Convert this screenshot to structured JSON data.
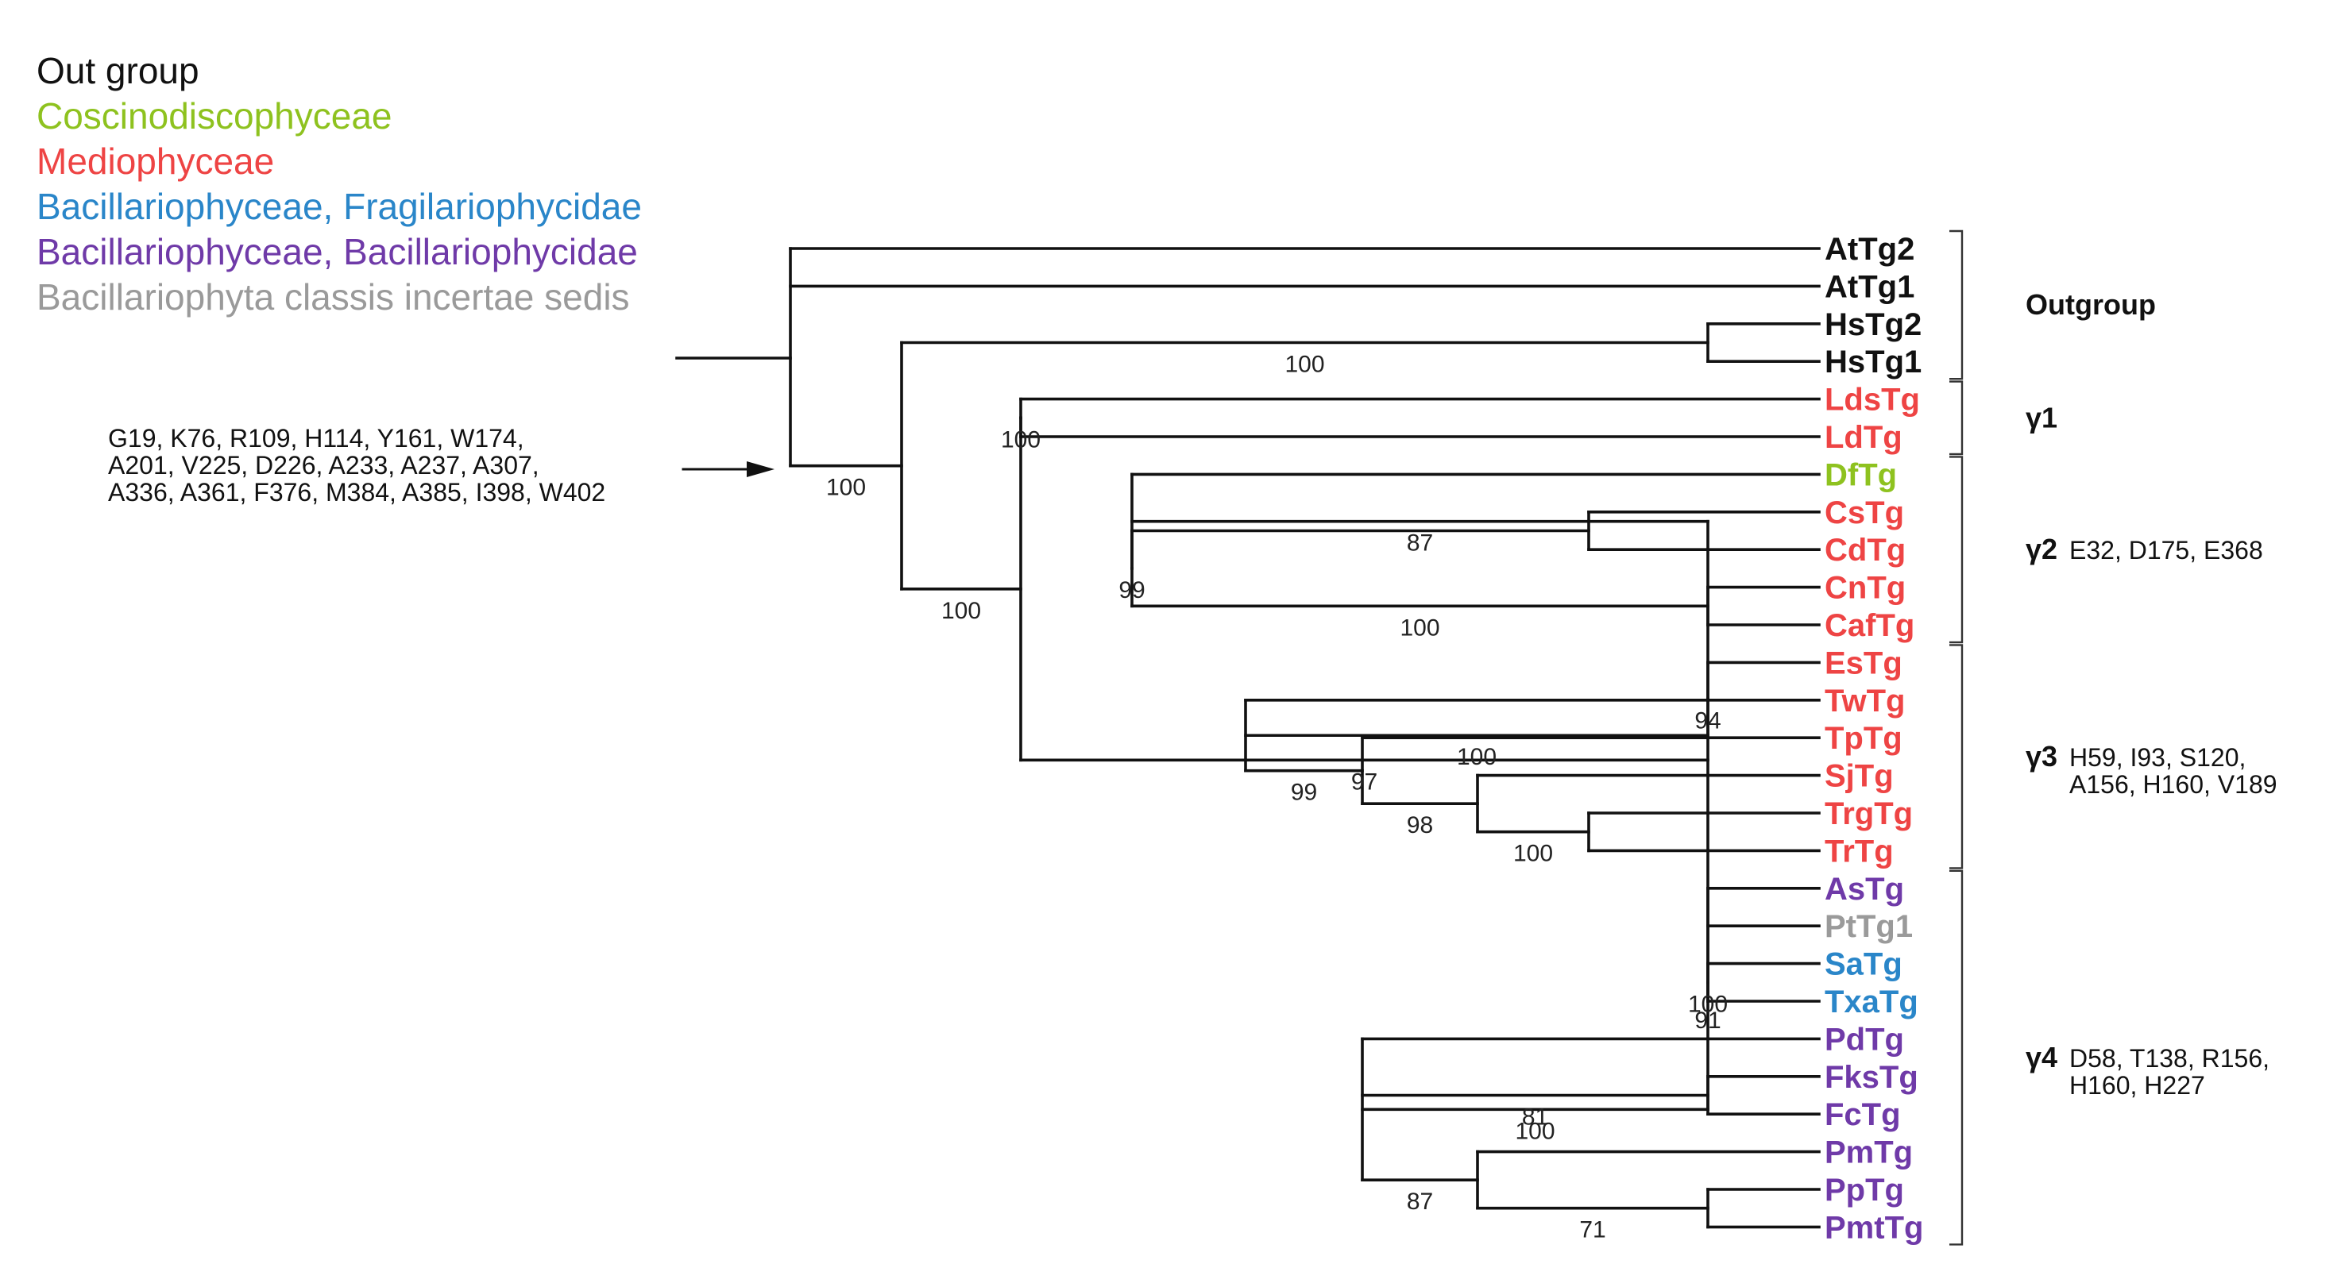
{
  "legend": [
    {
      "label": "Out group",
      "color": "#111111"
    },
    {
      "label": "Coscinodiscophyceae",
      "color": "#8ec21f"
    },
    {
      "label": "Mediophyceae",
      "color": "#ee4444"
    },
    {
      "label": "Bacillariophyceae, Fragilariophycidae",
      "color": "#2a86c9"
    },
    {
      "label": "Bacillariophyceae, Bacillariophycidae",
      "color": "#6f3aa8"
    },
    {
      "label": "Bacillariophyta classis incertae sedis",
      "color": "#9a9a9a"
    }
  ],
  "leaves": [
    {
      "label": "AtTg2",
      "color": "#111111"
    },
    {
      "label": "AtTg1",
      "color": "#111111"
    },
    {
      "label": "HsTg2",
      "color": "#111111"
    },
    {
      "label": "HsTg1",
      "color": "#111111"
    },
    {
      "label": "LdsTg",
      "color": "#ee4444"
    },
    {
      "label": "LdTg",
      "color": "#ee4444"
    },
    {
      "label": "DfTg",
      "color": "#8ec21f"
    },
    {
      "label": "CsTg",
      "color": "#ee4444"
    },
    {
      "label": "CdTg",
      "color": "#ee4444"
    },
    {
      "label": "CnTg",
      "color": "#ee4444"
    },
    {
      "label": "CafTg",
      "color": "#ee4444"
    },
    {
      "label": "EsTg",
      "color": "#ee4444"
    },
    {
      "label": "TwTg",
      "color": "#ee4444"
    },
    {
      "label": "TpTg",
      "color": "#ee4444"
    },
    {
      "label": "SjTg",
      "color": "#ee4444"
    },
    {
      "label": "TrgTg",
      "color": "#ee4444"
    },
    {
      "label": "TrTg",
      "color": "#ee4444"
    },
    {
      "label": "AsTg",
      "color": "#6f3aa8"
    },
    {
      "label": "PtTg1",
      "color": "#9a9a9a"
    },
    {
      "label": "SaTg",
      "color": "#2a86c9"
    },
    {
      "label": "TxaTg",
      "color": "#2a86c9"
    },
    {
      "label": "PdTg",
      "color": "#6f3aa8"
    },
    {
      "label": "FksTg",
      "color": "#6f3aa8"
    },
    {
      "label": "FcTg",
      "color": "#6f3aa8"
    },
    {
      "label": "PmTg",
      "color": "#6f3aa8"
    },
    {
      "label": "PpTg",
      "color": "#6f3aa8"
    },
    {
      "label": "PmtTg",
      "color": "#6f3aa8"
    }
  ],
  "tree": {
    "children": [
      {
        "leaf": 0
      },
      {
        "leaf": 1
      },
      {
        "bootstrap": "100",
        "children": [
          {
            "bootstrap": "100",
            "children": [
              {
                "leaf": 2
              },
              {
                "leaf": 3
              }
            ]
          },
          {
            "bootstrap": "100",
            "children": [
              {
                "bootstrap": "100",
                "children": [
                  {
                    "leaf": 4
                  },
                  {
                    "leaf": 5
                  }
                ]
              },
              {
                "bootstrap": "97",
                "children": [
                  {
                    "bootstrap": "87",
                    "children": [
                      {
                        "leaf": 6
                      },
                      {
                        "bootstrap": "99",
                        "children": [
                          {
                            "children": [
                              {
                                "leaf": 7
                              },
                              {
                                "leaf": 8
                              }
                            ]
                          },
                          {
                            "bootstrap": "100",
                            "children": [
                              {
                                "leaf": 9
                              },
                              {
                                "leaf": 10
                              }
                            ]
                          }
                        ]
                      }
                    ]
                  },
                  {
                    "bootstrap": "94",
                    "children": [
                      {
                        "leaf": 11
                      },
                      {
                        "bootstrap": "100",
                        "children": [
                          {
                            "leaf": 12
                          },
                          {
                            "bootstrap": "99",
                            "children": [
                              {
                                "leaf": 13
                              },
                              {
                                "bootstrap": "98",
                                "children": [
                                  {
                                    "leaf": 14
                                  },
                                  {
                                    "bootstrap": "100",
                                    "children": [
                                      {
                                        "leaf": 15
                                      },
                                      {
                                        "leaf": 16
                                      }
                                    ]
                                  }
                                ]
                              }
                            ]
                          }
                        ]
                      }
                    ]
                  },
                  {
                    "bootstrap": "91",
                    "children": [
                      {
                        "leaf": 17
                      },
                      {
                        "leaf": 18
                      },
                      {
                        "bootstrap": "100",
                        "children": [
                          {
                            "leaf": 19
                          },
                          {
                            "leaf": 20
                          }
                        ]
                      },
                      {
                        "bootstrap": "100",
                        "children": [
                          {
                            "leaf": 21
                          },
                          {
                            "bootstrap": "81",
                            "children": [
                              {
                                "leaf": 22
                              },
                              {
                                "leaf": 23
                              }
                            ]
                          },
                          {
                            "bootstrap": "87",
                            "children": [
                              {
                                "leaf": 24
                              },
                              {
                                "bootstrap": "71",
                                "children": [
                                  {
                                    "leaf": 25
                                  },
                                  {
                                    "leaf": 26
                                  }
                                ]
                              }
                            ]
                          }
                        ]
                      }
                    ]
                  }
                ]
              }
            ]
          }
        ]
      }
    ]
  },
  "root_mutations": [
    "G19, K76, R109, H114, Y161, W174,",
    "A201, V225, D226, A233, A237, A307,",
    "A336, A361, F376, M384, A385, I398, W402"
  ],
  "groups": [
    {
      "name": "Outgroup",
      "from_leaf": 0,
      "to_leaf": 3,
      "mutations": []
    },
    {
      "name": "γ1",
      "from_leaf": 4,
      "to_leaf": 5,
      "mutations": []
    },
    {
      "name": "γ2",
      "from_leaf": 6,
      "to_leaf": 10,
      "mutations": [
        "E32, D175, E368"
      ]
    },
    {
      "name": "γ3",
      "from_leaf": 11,
      "to_leaf": 16,
      "mutations": [
        "H59, I93, S120,",
        "A156, H160, V189"
      ]
    },
    {
      "name": "γ4",
      "from_leaf": 17,
      "to_leaf": 26,
      "mutations": [
        "D58, T138, R156,",
        "H160, H227"
      ]
    }
  ]
}
